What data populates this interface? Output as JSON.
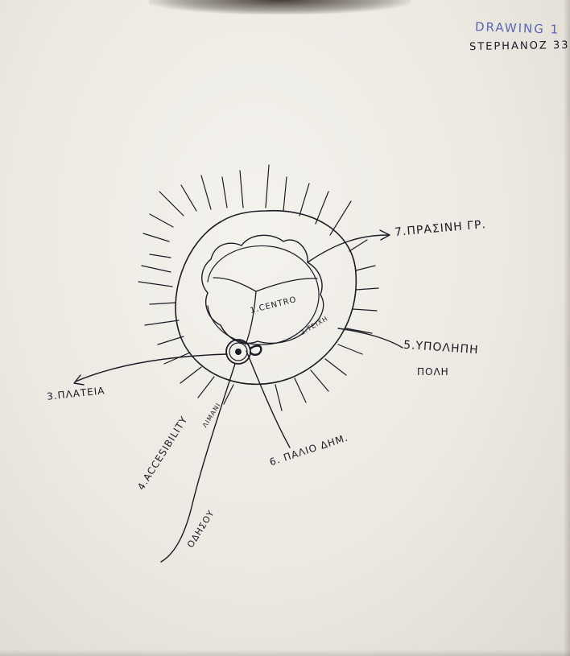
{
  "header": {
    "title": "DRAWING 1",
    "name": "STEPHANOZ 33"
  },
  "labels": {
    "center": "1.CENTRO",
    "walls": "2.ΤΕΙΧΗ",
    "square": "3.ΠΛΑΤΕΙΑ",
    "accessibility": "4.ACCESIBILITY",
    "accessibility_sub": "ΟΔΗΣΟΥ",
    "accessibility_tag": "ΛΙΜΑΝΙ",
    "upper_city": "5.ΥΠΟΛΗΠΗ",
    "upper_city_sub": "ΠΟΛΗ",
    "old_town": "6. ΠΑΛΙΟ ΔΗΜ.",
    "green_belt": "7.ΠΡΑΣΙΝΗ ΓΡ."
  },
  "colors": {
    "ink": "#1c1a24",
    "blue_ink": "#5a67b8",
    "paper": "#eeebe4"
  }
}
